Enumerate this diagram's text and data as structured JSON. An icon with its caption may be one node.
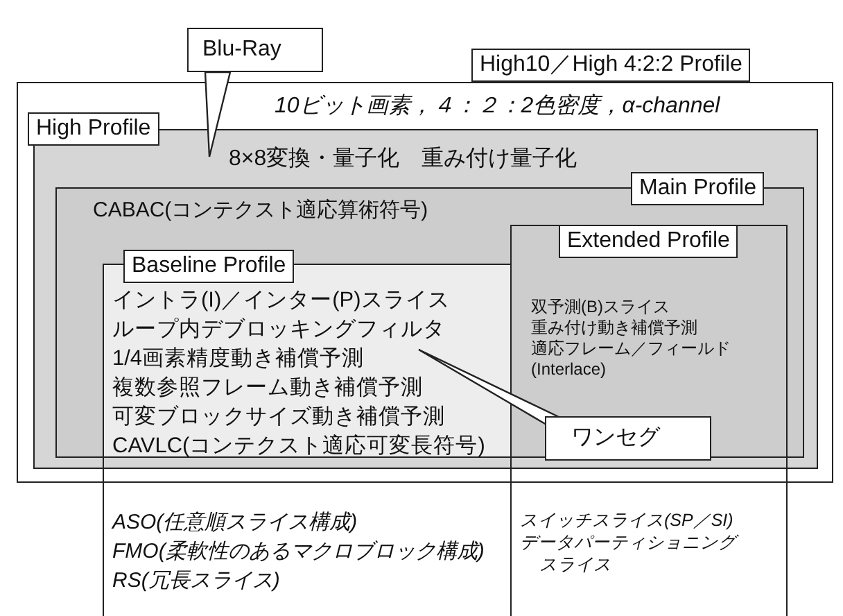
{
  "diagram": {
    "nodes": [
      {
        "text": [
          "High10／High 4:2:2 Profile",
          "10ビット画素，４：２：2色密度，α-channel"
        ]
      },
      {
        "text": [
          "High Profile",
          "8×8変換・量子化　重み付け量子化"
        ],
        "in": 0
      },
      {
        "text": [
          "Main Profile",
          "CABAC(コンテクスト適応算術符号)"
        ],
        "in": 1
      },
      {
        "text": [
          "Extended Profile",
          "双予測(B)スライス",
          "重み付け動き補償予測",
          "適応フレーム／フィールド",
          "(Interlace)",
          "スイッチスライス(SP／SI)",
          "データパーティショニング",
          "スライス"
        ]
      },
      {
        "text": [
          "Baseline Profile",
          "イントラ(I)／インター(P)スライス",
          "ループ内デブロッキングフィルタ",
          "1/4画素精度動き補償予測",
          "複数参照フレーム動き補償予測",
          "可変ブロックサイズ動き補償予測",
          "CAVLC(コンテクスト適応可変長符号)",
          "ASO(任意順スライス構成)",
          "FMO(柔軟性のあるマクロブロック構成)",
          "RS(冗長スライス)"
        ]
      },
      {
        "text": [
          "Blu-Ray"
        ]
      },
      {
        "text": [
          "ワンセグ"
        ]
      }
    ],
    "edges": [
      {
        "from": 5,
        "to": 1,
        "arrow": "none"
      },
      {
        "from": 6,
        "to": 4,
        "arrow": "none"
      }
    ]
  }
}
